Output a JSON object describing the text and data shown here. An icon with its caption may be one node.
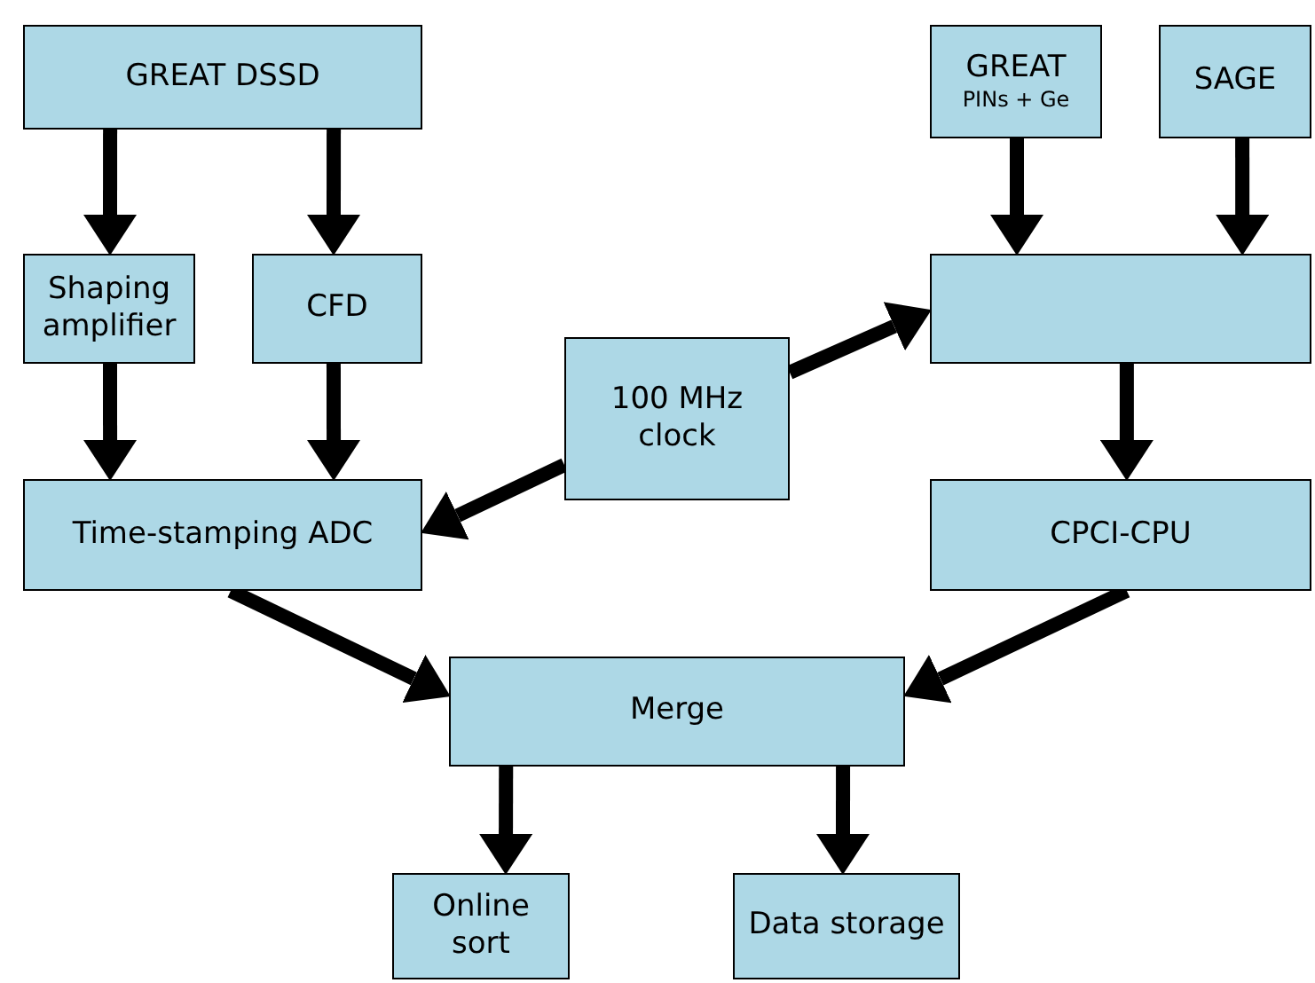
{
  "diagram": {
    "nodes": [
      {
        "text": [
          "GREAT DSSD"
        ]
      },
      {
        "text": [
          "GREAT",
          "PINs + Ge"
        ]
      },
      {
        "text": [
          "SAGE"
        ]
      },
      {
        "text": [
          "Shaping amplifier"
        ]
      },
      {
        "text": [
          "CFD"
        ]
      },
      {
        "text": [],
        "shape": "box"
      },
      {
        "text": [
          "100 MHz clock"
        ]
      },
      {
        "text": [
          "Time-stamping ADC"
        ]
      },
      {
        "text": [
          "CPCI-CPU"
        ]
      },
      {
        "text": [
          "Merge"
        ]
      },
      {
        "text": [
          "Online sort"
        ]
      },
      {
        "text": [
          "Data storage"
        ]
      }
    ],
    "edges": [
      {
        "from": 0,
        "to": 3,
        "arrow": "to"
      },
      {
        "from": 0,
        "to": 4,
        "arrow": "to"
      },
      {
        "from": 1,
        "to": 5,
        "arrow": "to"
      },
      {
        "from": 2,
        "to": 5,
        "arrow": "to"
      },
      {
        "from": 3,
        "to": 7,
        "arrow": "to"
      },
      {
        "from": 4,
        "to": 7,
        "arrow": "to"
      },
      {
        "from": 6,
        "to": 5,
        "arrow": "to"
      },
      {
        "from": 6,
        "to": 7,
        "arrow": "to"
      },
      {
        "from": 5,
        "to": 8,
        "arrow": "to"
      },
      {
        "from": 7,
        "to": 9,
        "arrow": "to"
      },
      {
        "from": 8,
        "to": 9,
        "arrow": "to"
      },
      {
        "from": 9,
        "to": 10,
        "arrow": "to"
      },
      {
        "from": 9,
        "to": 11,
        "arrow": "to"
      }
    ]
  }
}
